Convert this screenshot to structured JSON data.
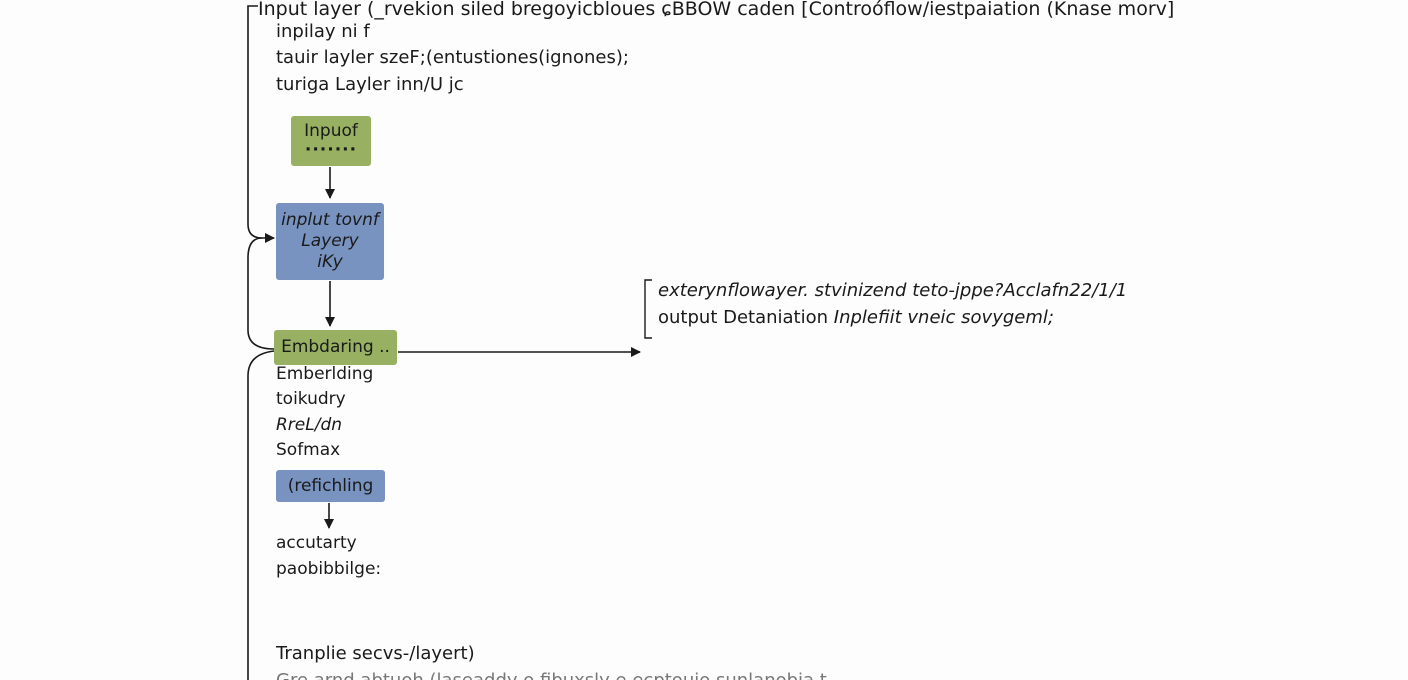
{
  "header": {
    "title": "Input layer (_rvekion siled bregoyicbloues ɕBBOW caden [Controóflow/iestpaiation (Knase morv]",
    "lines": [
      "inpilay ni f",
      "tauir layler szeF;(entustiones(ignones);",
      "turiga Layler inn/U jc"
    ]
  },
  "nodes": {
    "input": {
      "label": "Inpuof",
      "dots": "·······"
    },
    "input_layer": {
      "line1": "inplut tovnf",
      "line2": "Layery",
      "line3": "iKy"
    },
    "embedding": {
      "label": "Embdaring .."
    },
    "refetch": {
      "label": "(refichling"
    }
  },
  "embedding_list": [
    "Emberlding",
    "toikudry",
    "RreL/dn",
    "Sofmax"
  ],
  "refetch_list": [
    "accutarty",
    "paobibbilge:"
  ],
  "external": {
    "line1": "exterynflowayer. stvinizend teto-jppe?Acclafn22/1/1",
    "line2_prefix": "output Detaniation",
    "line2_italic": "Inplefiit vneic sovygeml;"
  },
  "footer": {
    "line1": "Tranplie secvs-/layert)",
    "line2": "Gre arnd abtuoh (laseaddy o fibuxsly e ecptoujo sunlanobja t"
  },
  "colors": {
    "green_node": "#97b061",
    "blue_node": "#7893c0",
    "line": "#1a1a1a"
  }
}
